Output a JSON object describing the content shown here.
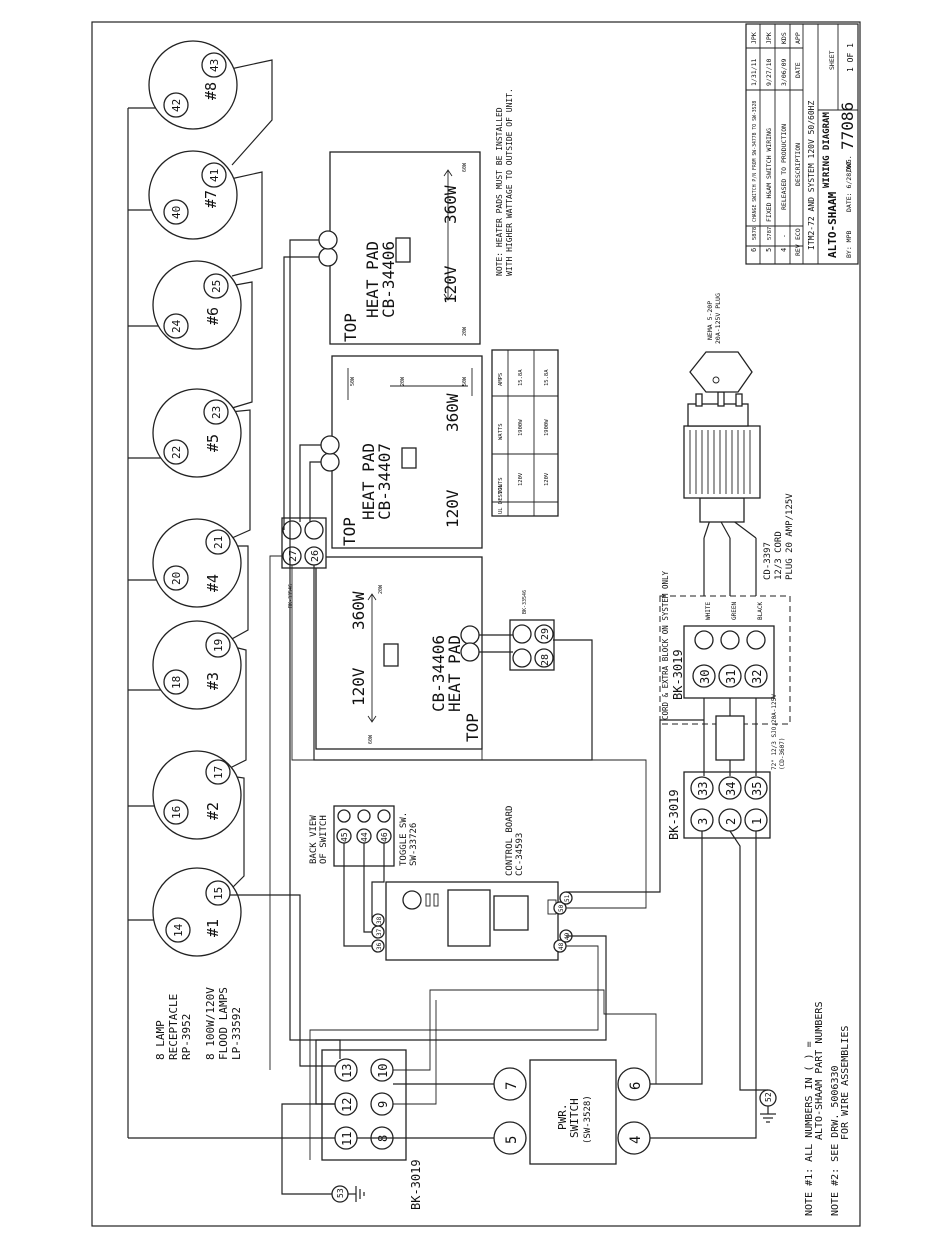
{
  "lamps": [
    {
      "label": "#1",
      "left": "14",
      "right": "15"
    },
    {
      "label": "#2",
      "left": "16",
      "right": "17"
    },
    {
      "label": "#3",
      "left": "18",
      "right": "19"
    },
    {
      "label": "#4",
      "left": "20",
      "right": "21"
    },
    {
      "label": "#5",
      "left": "22",
      "right": "23"
    },
    {
      "label": "#6",
      "left": "24",
      "right": "25"
    },
    {
      "label": "#7",
      "left": "40",
      "right": "41"
    },
    {
      "label": "#8",
      "left": "42",
      "right": "43"
    }
  ],
  "lamp_note": {
    "line1": "8 LAMP",
    "line2": "RECEPTACLE",
    "line3": "RP-3952",
    "line4": "8 100W/120V",
    "line5": "FLOOD LAMPS",
    "line6": "LP-33592"
  },
  "heat_pads": [
    {
      "top": "TOP",
      "title": "HEAT PAD",
      "part": "CB-34406",
      "volts": "120V",
      "watts": "360W",
      "tick_a": "60W",
      "tick_b": "20W"
    },
    {
      "top": "TOP",
      "title": "HEAT PAD",
      "part": "CB-34407",
      "volts": "120V",
      "watts": "360W",
      "tick_a": "50W",
      "tick_b": "20W",
      "tick_c": "50W"
    },
    {
      "top": "TOP",
      "title": "HEAT PAD",
      "part": "CB-34406",
      "volts": "120V",
      "watts": "360W",
      "tick_a": "20W",
      "tick_b": "60W"
    }
  ],
  "heat_pad_note": {
    "line1": "NOTE: HEATER PADS MUST BE INSTALLED",
    "line2": "WITH HIGHER WATTAGE TO OUTSIDE OF UNIT."
  },
  "specs_table": {
    "headers": [
      "UL DESIGN",
      "VOLTS",
      "WATTS",
      "AMPS"
    ],
    "rows": [
      [
        "",
        "120V",
        "1900W",
        "15.8A"
      ],
      [
        "",
        "120V",
        "1900W",
        "15.8A"
      ]
    ]
  },
  "terminal_blocks": {
    "tb_small_a": {
      "label": "BK-33546",
      "t1": "27",
      "t2": "26"
    },
    "tb_small_b": {
      "label": "BK-33546",
      "t1": "29",
      "t2": "28"
    },
    "tb_main": {
      "label": "BK-3019",
      "t13": "13",
      "t10": "10",
      "t12": "12",
      "t9": "9",
      "t11": "11",
      "t8": "8"
    },
    "tb_right": {
      "label": "BK-3019",
      "t3": "3",
      "t33": "33",
      "t2": "2",
      "t34": "34",
      "t1": "1",
      "t35": "35"
    },
    "tb_cord": {
      "label": "BK-3019",
      "t30": "30",
      "t31": "31",
      "t32": "32"
    }
  },
  "toggle_switch": {
    "back_view_1": "BACK VIEW",
    "back_view_2": "OF SWITCH",
    "name": "TOGGLE SW.",
    "part": "SW-33726",
    "t45": "45",
    "t44": "44",
    "t46": "46"
  },
  "control_board": {
    "name": "CONTROL BOARD",
    "part": "CC-34593",
    "t50": "50",
    "t51": "51",
    "t48": "48",
    "t49": "49",
    "t36": "36",
    "t37": "37",
    "t38": "38"
  },
  "power_switch": {
    "line1": "PWR.",
    "line2": "SWITCH",
    "line3": "(SW-3528)",
    "t7": "7",
    "t6": "6",
    "t5": "5",
    "t4": "4"
  },
  "cord": {
    "extra_block": "CORD & EXTRA BLOCK ON SYSTEM ONLY",
    "white": "WHITE",
    "green": "GREEN",
    "black": "BLACK",
    "cord_part": "CD-3397",
    "cord_desc": "12/3 CORD",
    "cord_plug": "PLUG 20 AMP/125V",
    "cord_len_1": "72\" 12/3 SJO,20A-125V",
    "cord_len_2": "(CD-3607)",
    "nema_1": "NEMA 5-20P",
    "nema_2": "20A-125V PLUG"
  },
  "grounds": {
    "g52": "52",
    "g53": "53"
  },
  "notes": {
    "note1_a": "NOTE #1: ALL NUMBERS IN ( ) =",
    "note1_b": "ALTO-SHAAM PART NUMBERS",
    "note2_a": "NOTE #2: SEE DRW. 5006330",
    "note2_b": "FOR WIRE ASSEMBLIES"
  },
  "title_block": {
    "revisions": [
      {
        "rev": "6",
        "eco": "5878",
        "desc": "CHANGE SWITCH P/N FROM SW-34778 TO SW-3528",
        "date": "1/31/11",
        "app": "JPK"
      },
      {
        "rev": "5",
        "eco": "5787",
        "desc": "FIXED H&AM SWITCH WIRING",
        "date": "9/27/10",
        "app": "JPK"
      },
      {
        "rev": "4",
        "eco": "-",
        "desc": "RELEASED TO PRODUCTION",
        "date": "3/06/09",
        "app": "KDS"
      }
    ],
    "hdr_rev": "REV",
    "hdr_eco": "ECO",
    "hdr_desc": "DESCRIPTION",
    "hdr_date": "DATE",
    "hdr_app": "APP",
    "brand": "ALTO-SHAAM",
    "system": "ITM2-72 AND SYSTEM 120V 50/60HZ",
    "title": "WIRING DIAGRAM",
    "dwg_label": "DWG.",
    "dwg_no": "77086",
    "sheet_label": "SHEET",
    "sheet_val": "1 OF 1",
    "by": "BY: MPB",
    "date": "DATE: 6/28/07"
  }
}
